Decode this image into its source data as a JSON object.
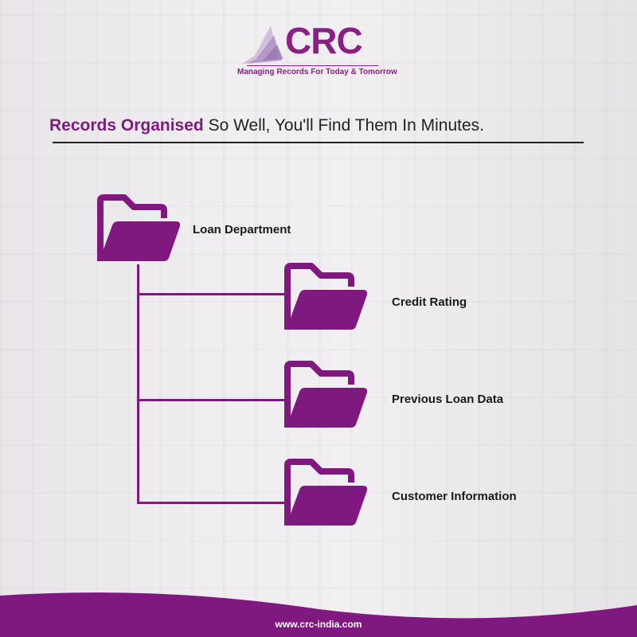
{
  "brand": {
    "logo_text": "CRC",
    "tagline": "Managing Records For Today & Tomorrow",
    "color": "#80197f"
  },
  "headline": {
    "highlight": "Records Organised",
    "rest": " So Well, You'll Find Them In Minutes."
  },
  "tree": {
    "root": {
      "label": "Loan Department",
      "icon": "folder-icon"
    },
    "children": [
      {
        "label": "Credit Rating",
        "icon": "folder-icon"
      },
      {
        "label": "Previous Loan Data",
        "icon": "folder-icon"
      },
      {
        "label": "Customer Information",
        "icon": "folder-icon"
      }
    ]
  },
  "footer": {
    "url": "www.crc-india.com"
  }
}
